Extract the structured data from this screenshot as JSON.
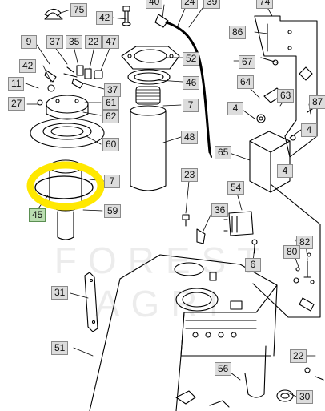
{
  "watermark": "FOREST AGRI",
  "highlight_color": "#ffe800",
  "callouts": [
    {
      "id": "75",
      "label": "75"
    },
    {
      "id": "42a",
      "label": "42"
    },
    {
      "id": "40",
      "label": "40"
    },
    {
      "id": "24",
      "label": "24"
    },
    {
      "id": "39",
      "label": "39"
    },
    {
      "id": "74",
      "label": "74"
    },
    {
      "id": "9",
      "label": "9"
    },
    {
      "id": "37a",
      "label": "37"
    },
    {
      "id": "35",
      "label": "35"
    },
    {
      "id": "22a",
      "label": "22"
    },
    {
      "id": "47",
      "label": "47"
    },
    {
      "id": "86",
      "label": "86"
    },
    {
      "id": "52",
      "label": "52"
    },
    {
      "id": "42b",
      "label": "42"
    },
    {
      "id": "67",
      "label": "67"
    },
    {
      "id": "46",
      "label": "46"
    },
    {
      "id": "11",
      "label": "11"
    },
    {
      "id": "37b",
      "label": "37"
    },
    {
      "id": "64",
      "label": "64"
    },
    {
      "id": "27",
      "label": "27"
    },
    {
      "id": "61",
      "label": "61"
    },
    {
      "id": "63",
      "label": "63"
    },
    {
      "id": "87",
      "label": "87"
    },
    {
      "id": "7a",
      "label": "7"
    },
    {
      "id": "4a",
      "label": "4"
    },
    {
      "id": "62",
      "label": "62"
    },
    {
      "id": "4b",
      "label": "4"
    },
    {
      "id": "60",
      "label": "60"
    },
    {
      "id": "48",
      "label": "48"
    },
    {
      "id": "65",
      "label": "65"
    },
    {
      "id": "4c",
      "label": "4"
    },
    {
      "id": "7b",
      "label": "7"
    },
    {
      "id": "23",
      "label": "23"
    },
    {
      "id": "54",
      "label": "54"
    },
    {
      "id": "45",
      "label": "45"
    },
    {
      "id": "59",
      "label": "59"
    },
    {
      "id": "36",
      "label": "36"
    },
    {
      "id": "82",
      "label": "82"
    },
    {
      "id": "80",
      "label": "80"
    },
    {
      "id": "6",
      "label": "6"
    },
    {
      "id": "31",
      "label": "31"
    },
    {
      "id": "51",
      "label": "51"
    },
    {
      "id": "22b",
      "label": "22"
    },
    {
      "id": "56",
      "label": "56"
    },
    {
      "id": "30",
      "label": "30"
    }
  ]
}
